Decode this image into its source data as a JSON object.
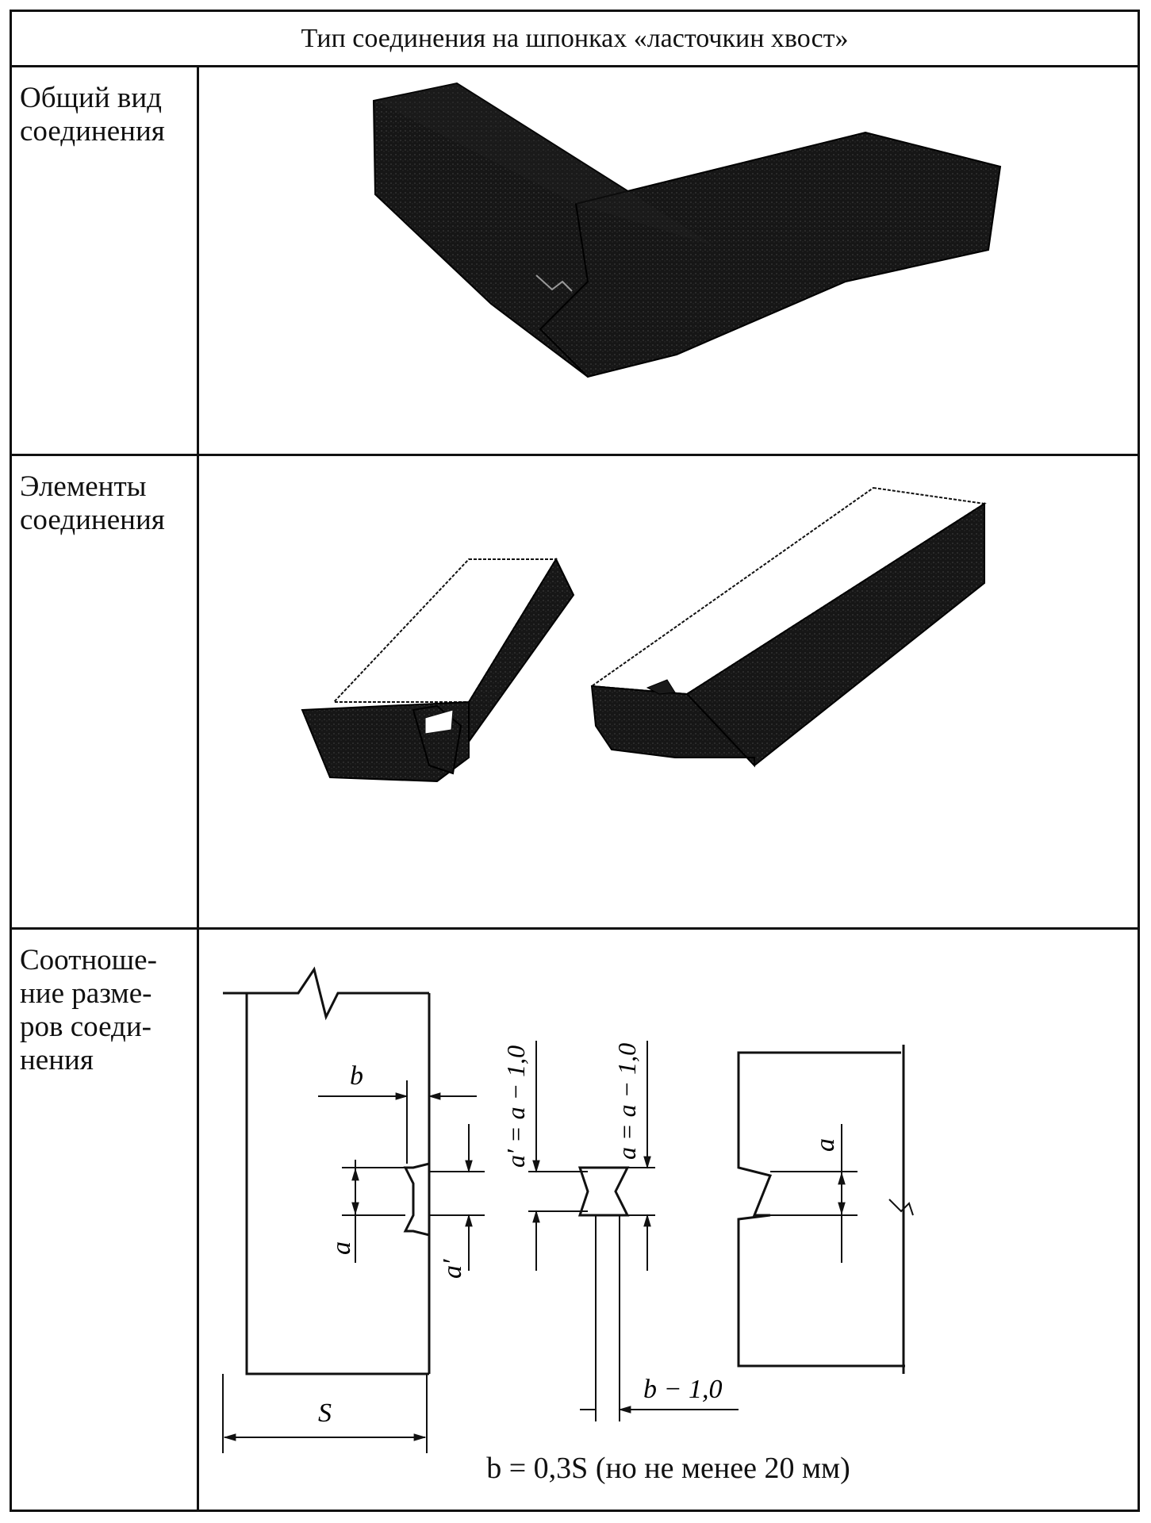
{
  "header": {
    "title": "Тип соединения на шпонках «ласточкин хвост»"
  },
  "rows": [
    {
      "label_lines": [
        "Общий вид",
        "соединения"
      ]
    },
    {
      "label_lines": [
        "Элементы",
        "соединения"
      ]
    },
    {
      "label_lines": [
        "Соотноше-",
        "ние разме-",
        "ров соеди-",
        "нения"
      ],
      "drawing": {
        "b": "b",
        "a": "a",
        "a_prime": "a′",
        "S": "S",
        "a_prime_eq": "a′ = a − 1,0",
        "a_eq": "a = a − 1,0",
        "b_minus": "b − 1,0"
      },
      "formula": "b = 0,3S (но не менее 20 мм)"
    }
  ]
}
